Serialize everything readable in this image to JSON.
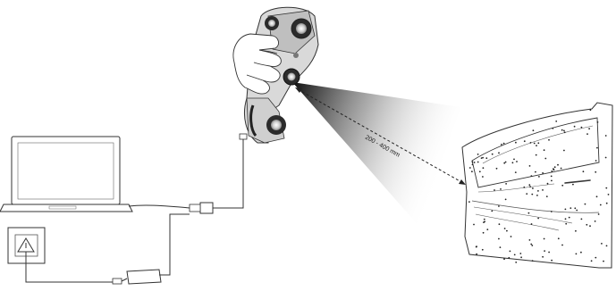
{
  "diagram": {
    "distance_label": "200 - 400 mm",
    "components": [
      "handheld-3d-scanner",
      "laptop",
      "wall-power-socket",
      "power-adapter",
      "cable-connector",
      "car-door-with-target-markers",
      "scan-beam"
    ],
    "colors": {
      "line": "#333333",
      "scanner_body": "#d9d9d9",
      "scanner_dark": "#2b2b2b",
      "beam_start": "#000000",
      "beam_end": "#ffffff"
    }
  }
}
